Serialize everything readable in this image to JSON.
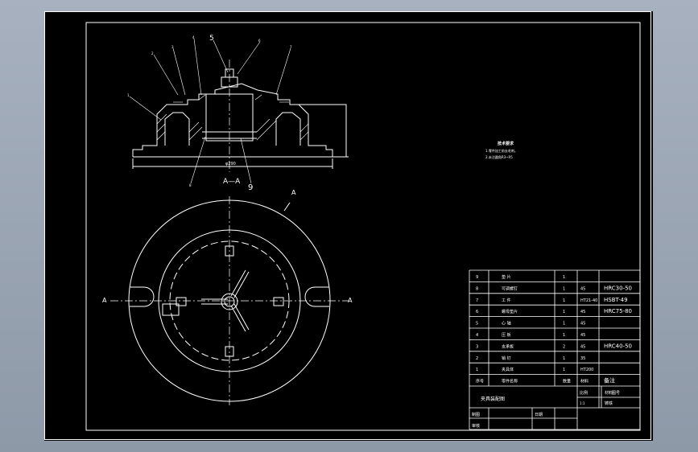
{
  "colors": {
    "background": "#000000",
    "frame": "#ffffff",
    "window_bg": "#9aa5b3"
  },
  "section_view": {
    "title": "A—A",
    "dimension": "φ290",
    "balloons": [
      "1",
      "2",
      "3",
      "4",
      "5",
      "6",
      "7",
      "8",
      "9"
    ]
  },
  "plan_view": {
    "cut_label": "A"
  },
  "tech_requirements": {
    "title": "技术要求",
    "items": [
      "1.零件加工前去毛刺。",
      "2.未注圆角R3~R5"
    ]
  },
  "parts_table": {
    "rows": [
      {
        "no": "9",
        "name": "垫 片",
        "qty": "1",
        "mat": "",
        "note": ""
      },
      {
        "no": "8",
        "name": "可调螺钉",
        "qty": "1",
        "mat": "45",
        "note": "HRC30-50"
      },
      {
        "no": "7",
        "name": "工 件",
        "qty": "1",
        "mat": "HT21-40",
        "note": "HSBT-49"
      },
      {
        "no": "6",
        "name": "螺母垫片",
        "qty": "1",
        "mat": "45",
        "note": "HRC75-80"
      },
      {
        "no": "5",
        "name": "心 轴",
        "qty": "1",
        "mat": "45",
        "note": ""
      },
      {
        "no": "4",
        "name": "压 板",
        "qty": "1",
        "mat": "45",
        "note": ""
      },
      {
        "no": "3",
        "name": "支承板",
        "qty": "2",
        "mat": "45",
        "note": "HRC40-50"
      },
      {
        "no": "2",
        "name": "销 钉",
        "qty": "1",
        "mat": "35",
        "note": ""
      },
      {
        "no": "1",
        "name": "夹具体",
        "qty": "1",
        "mat": "HT200",
        "note": ""
      }
    ],
    "header": {
      "no": "序号",
      "name": "零件名称",
      "qty": "数量",
      "mat": "材料",
      "note": "备注"
    },
    "title_block": {
      "drawing_title": "夹具装配图",
      "ratio_label": "比例",
      "material_label": "材料",
      "drawing_no_label": "图号",
      "ratio_value": "1:1",
      "material_value": "铸铁",
      "drawn_label": "制图",
      "checked_label": "审核",
      "date_label": "日期"
    }
  }
}
